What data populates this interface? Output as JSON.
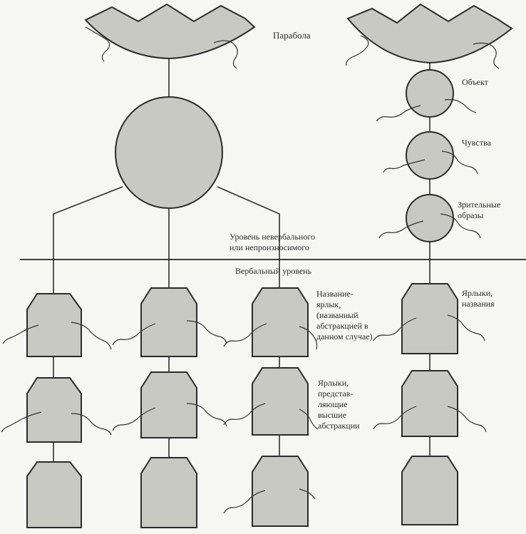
{
  "diagram": {
    "parabola_label": "Парабола",
    "object_label": "Объект",
    "feelings_label": "Чувства",
    "visual_images_label": "Зрительные\nобразы",
    "nonverbal_level_label": "Уровень невербального\nили непроизносимого",
    "verbal_level_label": "Вербальный уровень",
    "name_label_text": "Название-\nярлык,\n(названный\nабстракцией в\nданном случае)",
    "higher_labels_text": "Ярлыки,\nпредстав-\nляющие\nвысшие\nабстракции",
    "labels_names_text": "Ярлыки,\nназвания"
  },
  "colors": {
    "background": "#f6f6f3",
    "shape_fill": "#c9c9c4",
    "stroke": "#2b2b2b"
  }
}
